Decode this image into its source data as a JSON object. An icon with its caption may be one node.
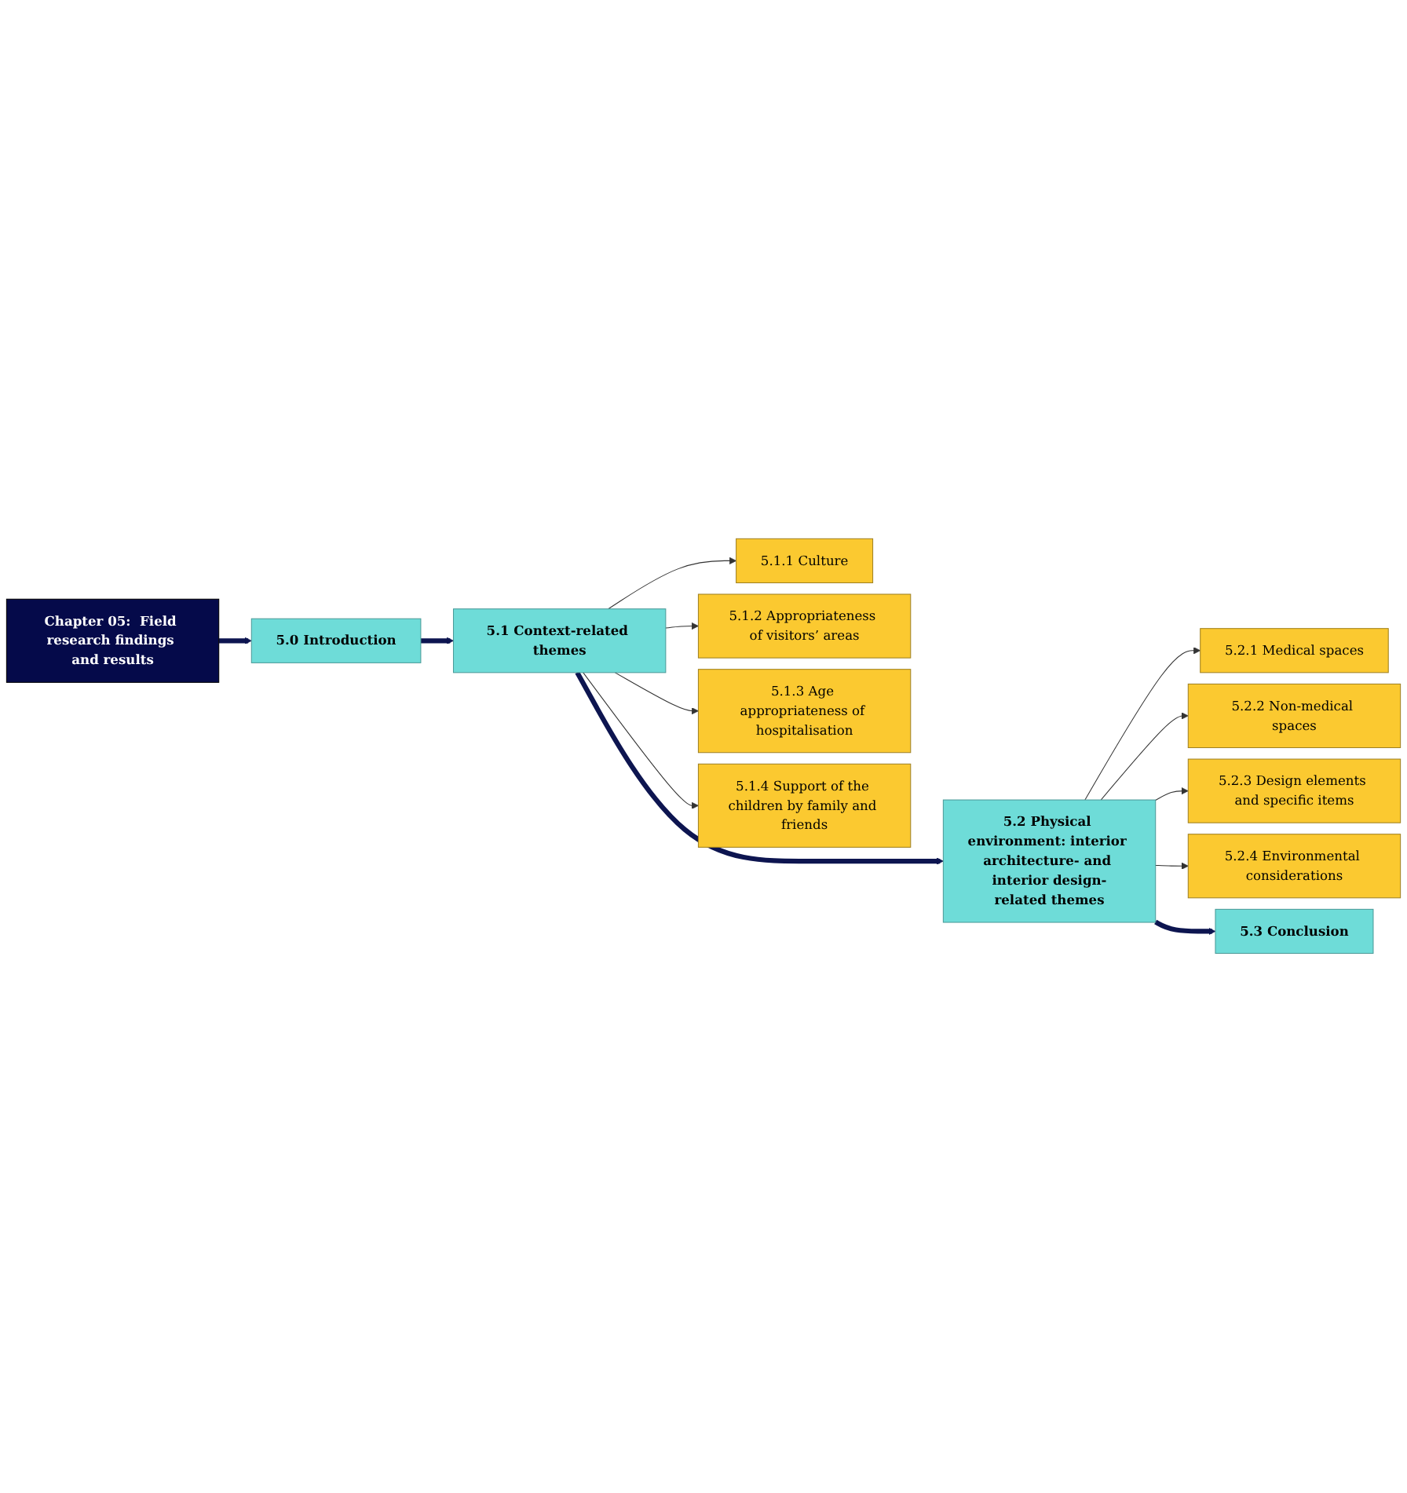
{
  "diagram": {
    "nodes": [
      {
        "text": [
          "Chapter 05:  Field research findings and results"
        ]
      },
      {
        "text": [
          "5.0 Introduction"
        ]
      },
      {
        "text": [
          "5.1 Context-related themes"
        ]
      },
      {
        "text": [
          "5.1.1 Culture"
        ]
      },
      {
        "text": [
          "5.1.2 Appropriateness of visitors’ areas"
        ]
      },
      {
        "text": [
          "5.1.3 Age appropriateness of hospitalisation"
        ]
      },
      {
        "text": [
          "5.1.4 Support of the children by family and friends"
        ]
      },
      {
        "text": [
          "5.2 Physical environment: interior architecture- and interior design-related themes"
        ]
      },
      {
        "text": [
          "5.2.1 Medical spaces"
        ]
      },
      {
        "text": [
          "5.2.2 Non-medical spaces"
        ]
      },
      {
        "text": [
          "5.2.3 Design elements and specific items"
        ]
      },
      {
        "text": [
          "5.2.4 Environmental considerations"
        ]
      },
      {
        "text": [
          "5.3 Conclusion"
        ]
      }
    ],
    "edges": [
      {
        "from": 0,
        "to": 1,
        "arrow": "to",
        "style": "thick",
        "color": "#0d1550"
      },
      {
        "from": 1,
        "to": 2,
        "arrow": "to",
        "style": "thick",
        "color": "#0d1550"
      },
      {
        "from": 2,
        "to": 3,
        "arrow": "to"
      },
      {
        "from": 2,
        "to": 4,
        "arrow": "to"
      },
      {
        "from": 2,
        "to": 5,
        "arrow": "to"
      },
      {
        "from": 2,
        "to": 6,
        "arrow": "to"
      },
      {
        "from": 2,
        "to": 7,
        "arrow": "to",
        "style": "thick",
        "color": "#0d1550"
      },
      {
        "from": 7,
        "to": 8,
        "arrow": "to"
      },
      {
        "from": 7,
        "to": 9,
        "arrow": "to"
      },
      {
        "from": 7,
        "to": 10,
        "arrow": "to"
      },
      {
        "from": 7,
        "to": 11,
        "arrow": "to"
      },
      {
        "from": 7,
        "to": 12,
        "arrow": "to",
        "style": "thick",
        "color": "#0d1550"
      }
    ]
  }
}
